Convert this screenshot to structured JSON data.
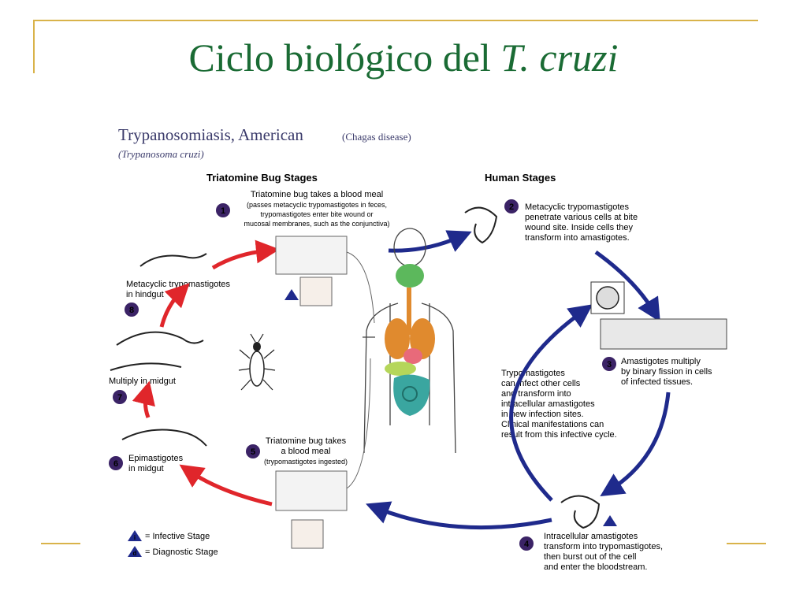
{
  "slide": {
    "title_main": "Ciclo biológico del ",
    "title_italic": "T. cruzi"
  },
  "figure": {
    "title": "Trypanosomiasis, American",
    "title_paren": "(Chagas disease)",
    "subtitle": "(Trypanosoma cruzi)",
    "bug_stages_heading": "Triatomine Bug Stages",
    "human_stages_heading": "Human Stages",
    "steps": [
      {
        "num": "1",
        "lines": [
          "Triatomine bug takes a blood meal",
          "(passes metacyclic trypomastigotes in feces,",
          "trypomastigotes enter bite wound or",
          "mucosal membranes, such as the conjunctiva)"
        ]
      },
      {
        "num": "2",
        "lines": [
          "Metacyclic trypomastigotes",
          "penetrate various cells at bite",
          "wound site.  Inside cells they",
          "transform into amastigotes."
        ]
      },
      {
        "num": "3",
        "lines": [
          "Amastigotes multiply",
          "by binary fission in cells",
          "of infected tissues."
        ]
      },
      {
        "num": "4",
        "lines": [
          "Intracellular amastigotes",
          "transform into trypomastigotes,",
          "then burst out of the cell",
          "and enter the bloodstream."
        ]
      },
      {
        "num": "5",
        "lines": [
          "Triatomine bug takes",
          "a blood meal",
          "(trypomastigotes ingested)"
        ]
      },
      {
        "num": "6",
        "lines": [
          "Epimastigotes",
          "in midgut"
        ]
      },
      {
        "num": "7",
        "lines": [
          "Multiply in midgut"
        ]
      },
      {
        "num": "8",
        "lines": [
          "Metacyclic trypomastigotes",
          "in hindgut"
        ]
      }
    ],
    "center_text": [
      "Trypomastigotes",
      "can infect other cells",
      "and transform into",
      "intracellular amastigotes",
      "in new infection sites.",
      "Clinical manifestations can",
      "result from this infective cycle."
    ],
    "legend": {
      "infective_symbol": "i",
      "infective_label": "= Infective Stage",
      "diagnostic_symbol": "d",
      "diagnostic_label": "= Diagnostic Stage"
    },
    "colors": {
      "title": "#1a6b34",
      "frame": "#d9b34a",
      "bug_arrows": "#e0262b",
      "human_arrows": "#1f2a8c",
      "step_circle": "#3b2366",
      "figure_title": "#3b3b6b"
    }
  }
}
